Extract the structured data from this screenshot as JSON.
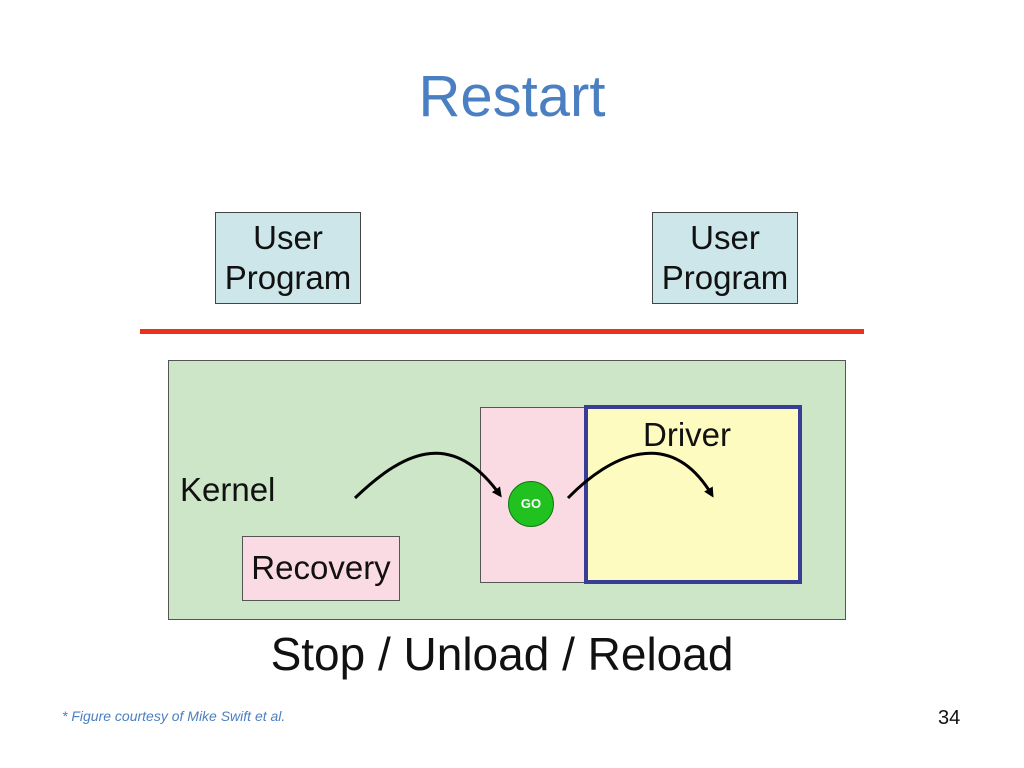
{
  "slide": {
    "title": "Restart",
    "caption": "Stop / Unload / Reload",
    "footnote": "* Figure courtesy of Mike Swift et al.",
    "page_number": "34"
  },
  "diagram": {
    "user_left": {
      "line1": "User",
      "line2": "Program"
    },
    "user_right": {
      "line1": "User",
      "line2": "Program"
    },
    "kernel_label": "Kernel",
    "recovery_label": "Recovery",
    "driver_label": "Driver",
    "go_label": "GO"
  },
  "colors": {
    "title": "#4a7fc1",
    "user_box": "#cde6ea",
    "divider": "#e8321e",
    "kernel": "#cde6c8",
    "recovery": "#fbdbe3",
    "driver": "#fdfbbf",
    "driver_border": "#3a3d95",
    "go": "#21c21f"
  }
}
